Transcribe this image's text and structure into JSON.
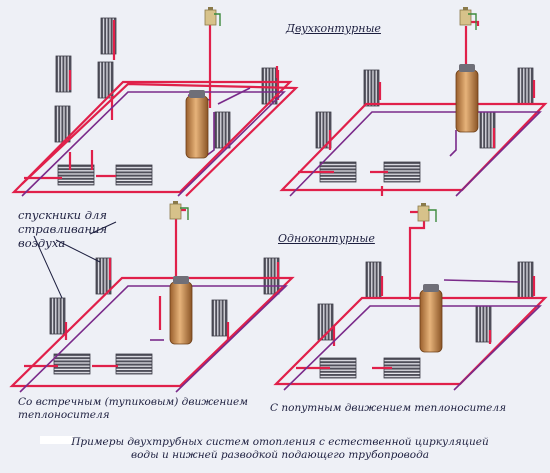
{
  "labels": {
    "dual_circuit": "Двухконтурные",
    "single_circuit": "Одноконтурные",
    "air_vents": "спускники для стравливания воздуха",
    "dead_end_flow": "Со встречным (тупиковым) движением теплоносителя",
    "parallel_flow": "С попутным движением теплоносителя",
    "caption": "Примеры двухтрубных систем отопления с естественной циркуляцией воды и нижней разводкой подающего трубопровода"
  },
  "colors": {
    "background": "#eef0f6",
    "supply_pipe": "#e0204a",
    "return_pipe": "#7a2a8a",
    "radiator": "#5b5b66",
    "boiler": "#c98a4a",
    "expansion_tank": "#d7c28a",
    "valve": "#3c8a3c",
    "text": "#1d1f3f"
  },
  "icons": [
    "radiator-icon",
    "boiler-icon",
    "expansion-tank-icon",
    "valve-icon",
    "air-vent-arrow-icon"
  ]
}
